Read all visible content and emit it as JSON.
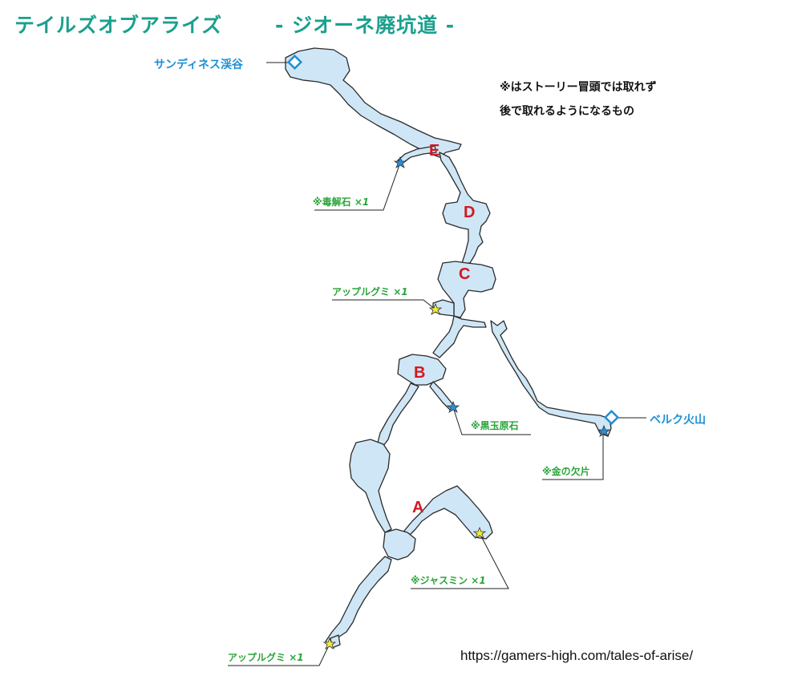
{
  "header": {
    "game_title": "テイルズオブアライズ",
    "area_title": "- ジオーネ廃坑道 -"
  },
  "note": {
    "line1": "※はストーリー冒頭では取れず",
    "line2": "後で取れるようになるもの"
  },
  "exits": [
    {
      "label": "サンディネス渓谷"
    },
    {
      "label": "ベルク火山"
    }
  ],
  "points": [
    {
      "letter": "E"
    },
    {
      "letter": "D"
    },
    {
      "letter": "C"
    },
    {
      "letter": "B"
    },
    {
      "letter": "A"
    }
  ],
  "items": [
    {
      "name": "※毒解石",
      "qty": "×1",
      "marker": "blue-star"
    },
    {
      "name": "アップルグミ",
      "qty": "×1",
      "marker": "yellow-star"
    },
    {
      "name": "※黒玉原石",
      "qty": "",
      "marker": "blue-star"
    },
    {
      "name": "※金の欠片",
      "qty": "",
      "marker": "blue-star"
    },
    {
      "name": "※ジャスミン",
      "qty": "×1",
      "marker": "yellow-star"
    },
    {
      "name": "アップルグミ",
      "qty": "×1",
      "marker": "yellow-star"
    }
  ],
  "source_url": "https://gamers-high.com/tales-of-arise/",
  "colors": {
    "title": "#1aa08e",
    "cave_fill": "#cfe6f6",
    "cave_outline": "#2b2b2b",
    "exit_blue": "#1d8fd6",
    "item_green": "#2aa43a",
    "letter_red": "#d3181f",
    "star_yellow": "#f3ec3a",
    "star_blue": "#2a8fd8"
  }
}
